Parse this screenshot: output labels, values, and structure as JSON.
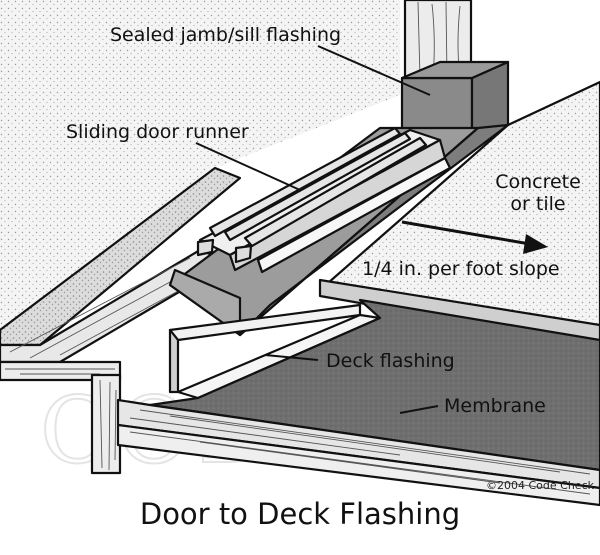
{
  "diagram": {
    "title": "Door to Deck Flashing",
    "copyright": "©2004 Code Check",
    "watermark": "CODE CHECK",
    "labels": {
      "jamb_flashing": "Sealed jamb/sill flashing",
      "door_runner": "Sliding door runner",
      "concrete_line1": "Concrete",
      "concrete_line2": "or tile",
      "slope": "1/4 in. per foot slope",
      "deck_flashing": "Deck flashing",
      "membrane": "Membrane"
    }
  }
}
